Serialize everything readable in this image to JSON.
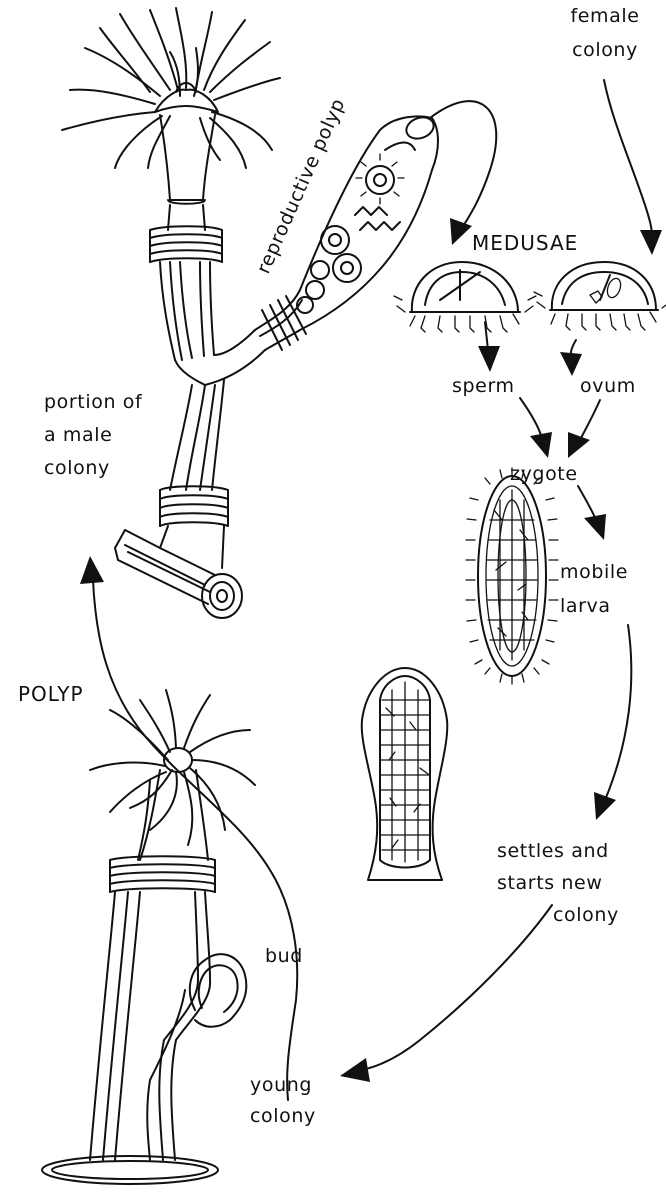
{
  "labels": {
    "female_colony_1": "female",
    "female_colony_2": "colony",
    "reproductive_polyp": "reproductive polyp",
    "medusae": "MEDUSAE",
    "sperm": "sperm",
    "ovum": "ovum",
    "zygote": "zygote",
    "mobile_larva_1": "mobile",
    "mobile_larva_2": "larva",
    "male_colony_1": "portion of",
    "male_colony_2": "a male",
    "male_colony_3": "colony",
    "polyp": "POLYP",
    "settles_1": "settles and",
    "settles_2": "starts new",
    "settles_3": "colony",
    "bud": "bud",
    "young_colony_1": "young",
    "young_colony_2": "colony"
  }
}
